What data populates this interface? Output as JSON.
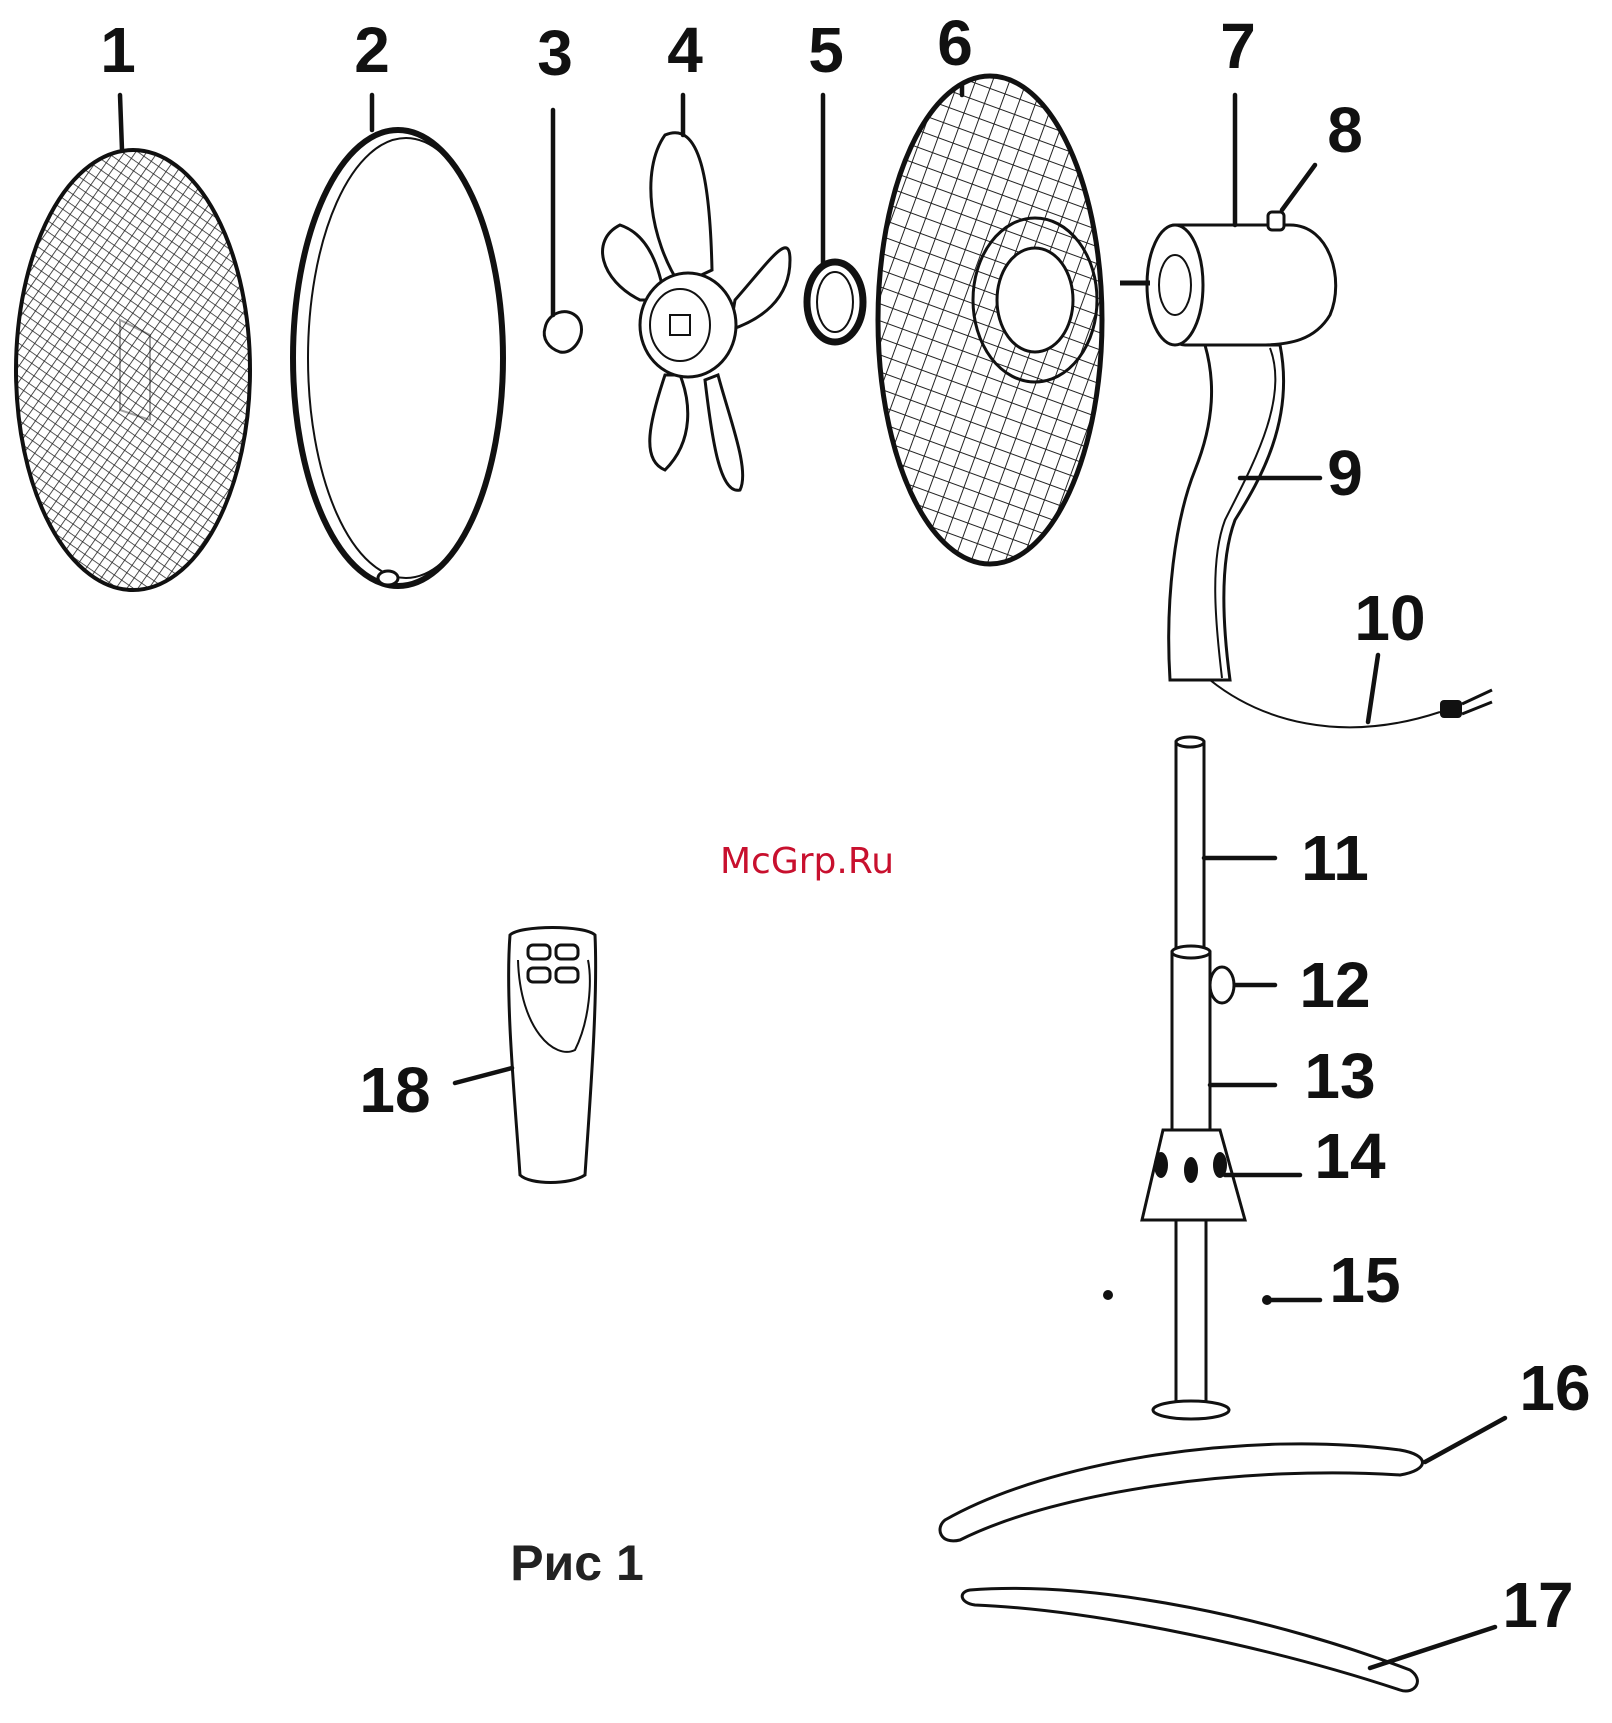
{
  "figure": {
    "caption": "Рис 1",
    "watermark": "McGrp.Ru"
  },
  "labels": {
    "p1": "1",
    "p2": "2",
    "p3": "3",
    "p4": "4",
    "p5": "5",
    "p6": "6",
    "p7": "7",
    "p8": "8",
    "p9": "9",
    "p10": "10",
    "p11": "11",
    "p12": "12",
    "p13": "13",
    "p14": "14",
    "p15": "15",
    "p16": "16",
    "p17": "17",
    "p18": "18"
  }
}
